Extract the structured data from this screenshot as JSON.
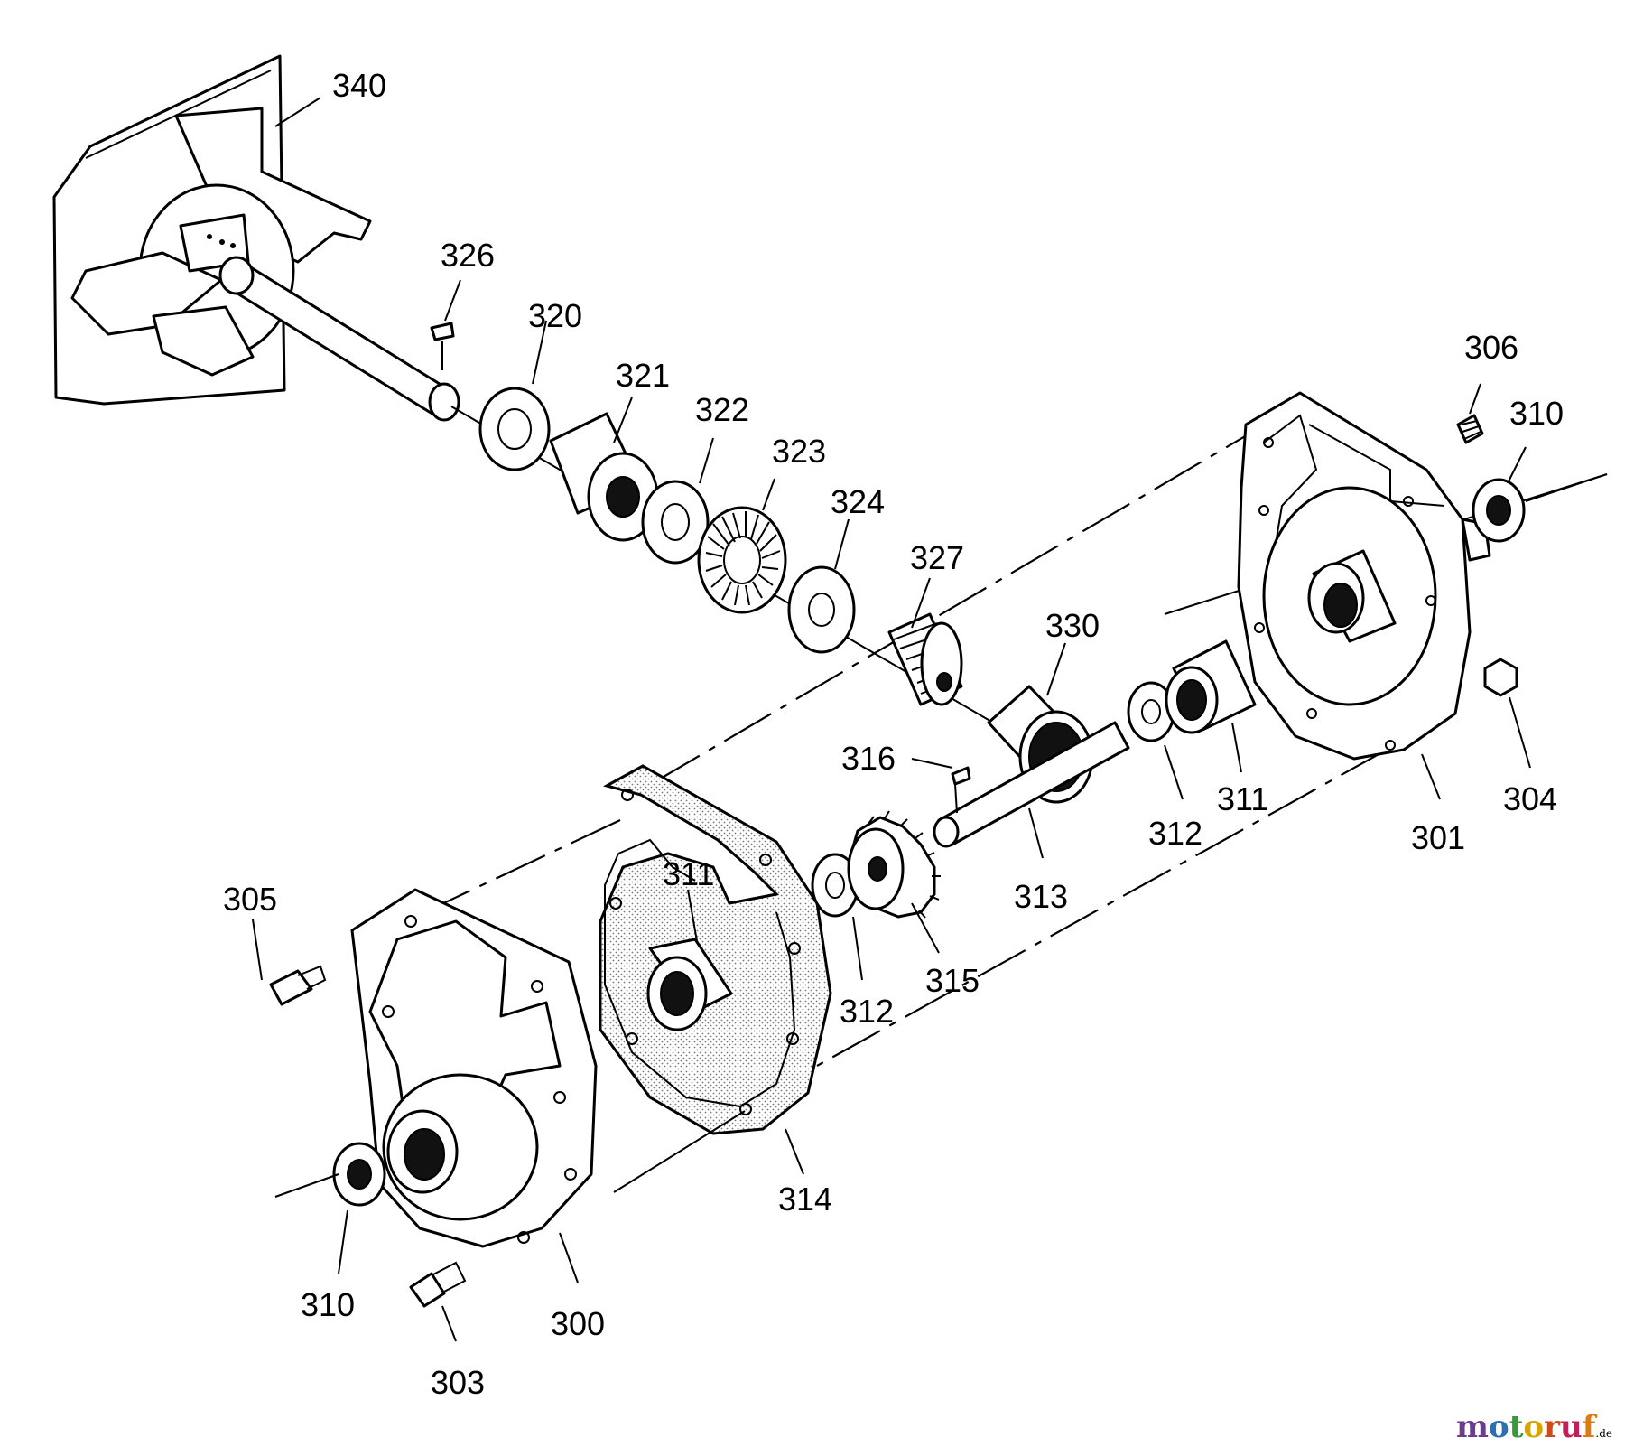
{
  "labels": {
    "p340": "340",
    "p326": "326",
    "p320": "320",
    "p321": "321",
    "p322": "322",
    "p323": "323",
    "p324": "324",
    "p327": "327",
    "p330": "330",
    "p306": "306",
    "p310a": "310",
    "p316": "316",
    "p311a": "311",
    "p312a": "312",
    "p304": "304",
    "p301": "301",
    "p313": "313",
    "p305": "305",
    "p311b": "311",
    "p312b": "312",
    "p315": "315",
    "p314": "314",
    "p310b": "310",
    "p300": "300",
    "p303": "303"
  },
  "watermark": {
    "text": "motoruf",
    "suffix": ".de",
    "letter_colors": [
      "#6a3d8f",
      "#2e6fb0",
      "#3a9a3a",
      "#d9a400",
      "#d24a1c",
      "#c21f5b",
      "#e07a10"
    ]
  }
}
